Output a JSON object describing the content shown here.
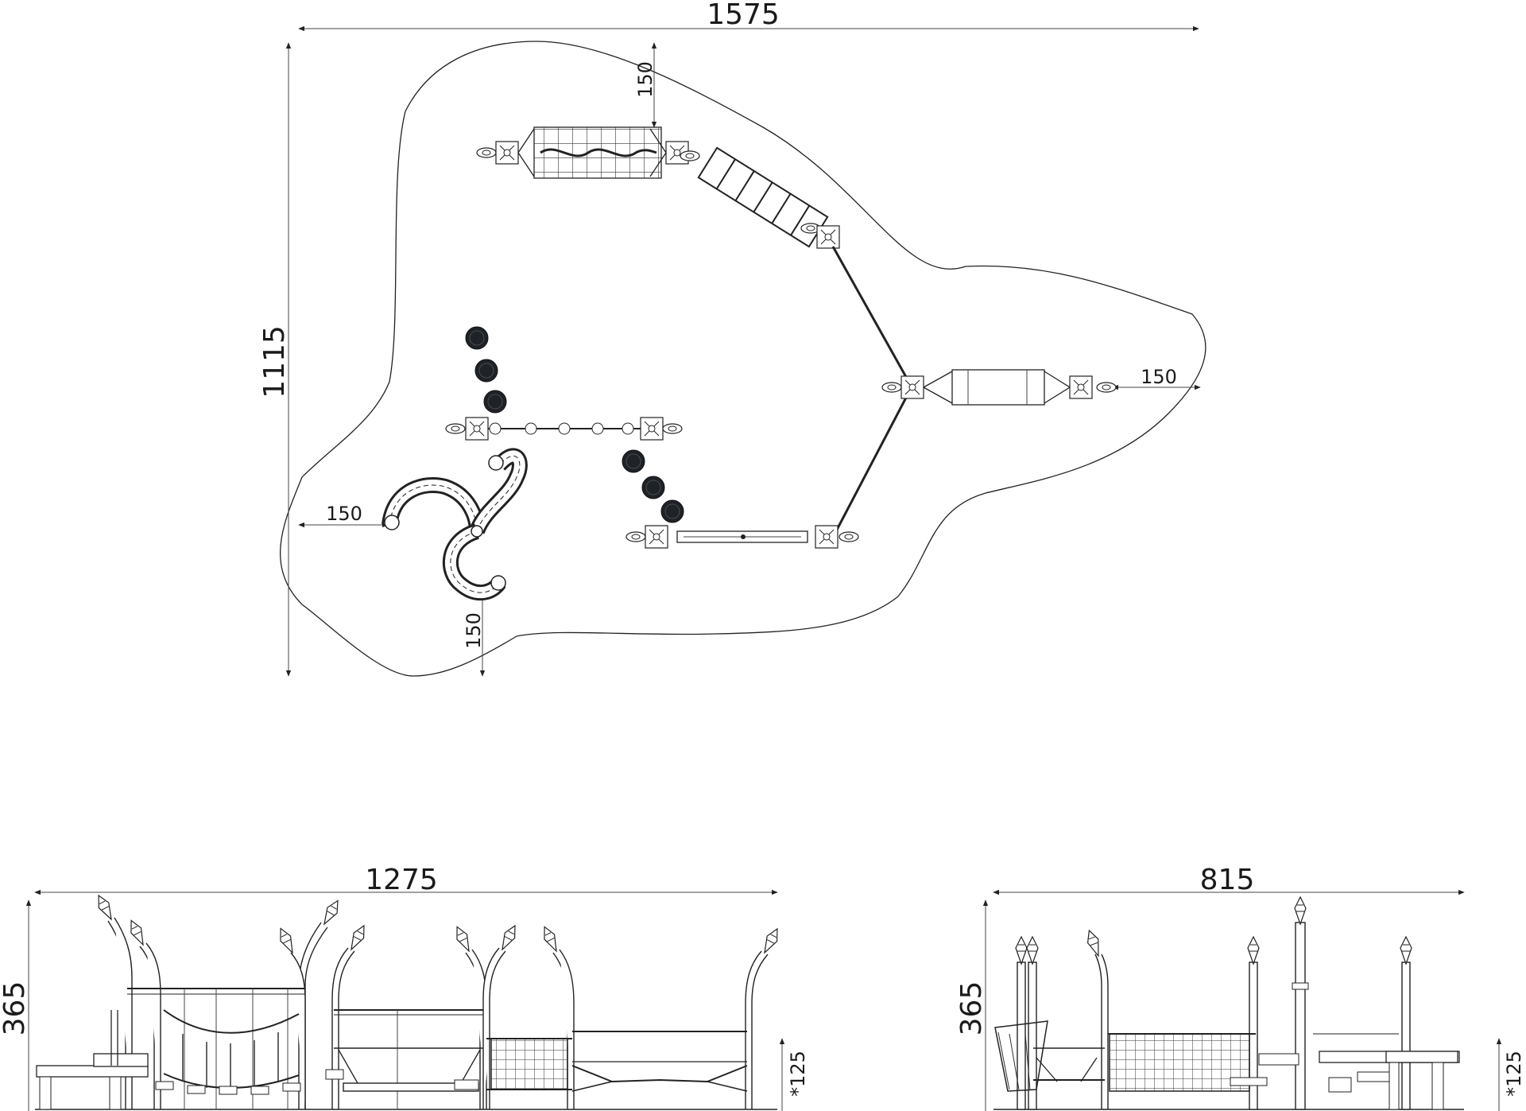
{
  "plan": {
    "width_label": "1575",
    "height_label": "1115",
    "clearance_top": "150",
    "clearance_right": "150",
    "clearance_left": "150",
    "clearance_bottom": "150"
  },
  "front_elevation": {
    "width_label": "1275",
    "height_label": "365",
    "fall_height_label": "*125"
  },
  "side_elevation": {
    "width_label": "815",
    "height_label": "365",
    "fall_height_label": "*125"
  }
}
